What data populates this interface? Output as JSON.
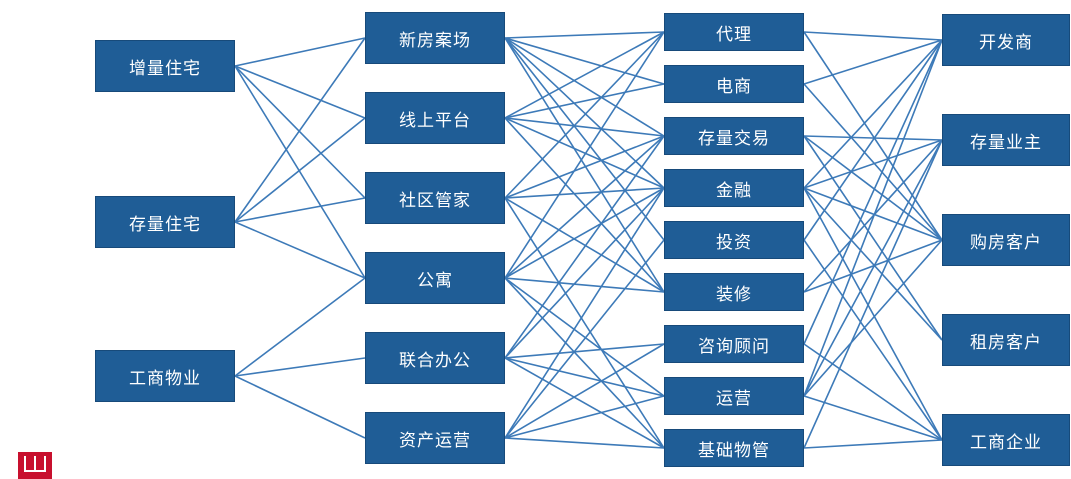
{
  "colors": {
    "node_fill": "#1f5d96",
    "edge": "#3d7ab8",
    "text": "#ffffff",
    "logo": "#c8102e"
  },
  "columns": [
    {
      "id": "property",
      "nodes": [
        {
          "id": "a0",
          "label": "增量住宅"
        },
        {
          "id": "a1",
          "label": "存量住宅"
        },
        {
          "id": "a2",
          "label": "工商物业"
        }
      ]
    },
    {
      "id": "scene",
      "nodes": [
        {
          "id": "b0",
          "label": "新房案场"
        },
        {
          "id": "b1",
          "label": "线上平台"
        },
        {
          "id": "b2",
          "label": "社区管家"
        },
        {
          "id": "b3",
          "label": "公寓"
        },
        {
          "id": "b4",
          "label": "联合办公"
        },
        {
          "id": "b5",
          "label": "资产运营"
        }
      ]
    },
    {
      "id": "service",
      "nodes": [
        {
          "id": "c0",
          "label": "代理"
        },
        {
          "id": "c1",
          "label": "电商"
        },
        {
          "id": "c2",
          "label": "存量交易"
        },
        {
          "id": "c3",
          "label": "金融"
        },
        {
          "id": "c4",
          "label": "投资"
        },
        {
          "id": "c5",
          "label": "装修"
        },
        {
          "id": "c6",
          "label": "咨询顾问"
        },
        {
          "id": "c7",
          "label": "运营"
        },
        {
          "id": "c8",
          "label": "基础物管"
        }
      ]
    },
    {
      "id": "customer",
      "nodes": [
        {
          "id": "d0",
          "label": "开发商"
        },
        {
          "id": "d1",
          "label": "存量业主"
        },
        {
          "id": "d2",
          "label": "购房客户"
        },
        {
          "id": "d3",
          "label": "租房客户"
        },
        {
          "id": "d4",
          "label": "工商企业"
        }
      ]
    }
  ],
  "edges": [
    [
      "a0",
      "b0"
    ],
    [
      "a0",
      "b1"
    ],
    [
      "a0",
      "b2"
    ],
    [
      "a0",
      "b3"
    ],
    [
      "a1",
      "b0"
    ],
    [
      "a1",
      "b1"
    ],
    [
      "a1",
      "b2"
    ],
    [
      "a1",
      "b3"
    ],
    [
      "a2",
      "b3"
    ],
    [
      "a2",
      "b4"
    ],
    [
      "a2",
      "b5"
    ],
    [
      "b0",
      "c0"
    ],
    [
      "b0",
      "c1"
    ],
    [
      "b0",
      "c2"
    ],
    [
      "b0",
      "c3"
    ],
    [
      "b0",
      "c4"
    ],
    [
      "b0",
      "c5"
    ],
    [
      "b1",
      "c0"
    ],
    [
      "b1",
      "c1"
    ],
    [
      "b1",
      "c2"
    ],
    [
      "b1",
      "c3"
    ],
    [
      "b1",
      "c5"
    ],
    [
      "b2",
      "c0"
    ],
    [
      "b2",
      "c2"
    ],
    [
      "b2",
      "c3"
    ],
    [
      "b2",
      "c5"
    ],
    [
      "b2",
      "c8"
    ],
    [
      "b3",
      "c0"
    ],
    [
      "b3",
      "c2"
    ],
    [
      "b3",
      "c3"
    ],
    [
      "b3",
      "c5"
    ],
    [
      "b3",
      "c7"
    ],
    [
      "b3",
      "c8"
    ],
    [
      "b4",
      "c2"
    ],
    [
      "b4",
      "c3"
    ],
    [
      "b4",
      "c6"
    ],
    [
      "b4",
      "c7"
    ],
    [
      "b4",
      "c8"
    ],
    [
      "b5",
      "c3"
    ],
    [
      "b5",
      "c4"
    ],
    [
      "b5",
      "c6"
    ],
    [
      "b5",
      "c7"
    ],
    [
      "b5",
      "c8"
    ],
    [
      "c0",
      "d0"
    ],
    [
      "c0",
      "d2"
    ],
    [
      "c1",
      "d0"
    ],
    [
      "c1",
      "d2"
    ],
    [
      "c2",
      "d1"
    ],
    [
      "c2",
      "d2"
    ],
    [
      "c2",
      "d3"
    ],
    [
      "c3",
      "d0"
    ],
    [
      "c3",
      "d1"
    ],
    [
      "c3",
      "d2"
    ],
    [
      "c3",
      "d3"
    ],
    [
      "c3",
      "d4"
    ],
    [
      "c4",
      "d0"
    ],
    [
      "c4",
      "d4"
    ],
    [
      "c5",
      "d1"
    ],
    [
      "c5",
      "d2"
    ],
    [
      "c6",
      "d0"
    ],
    [
      "c6",
      "d4"
    ],
    [
      "c7",
      "d0"
    ],
    [
      "c7",
      "d1"
    ],
    [
      "c7",
      "d2"
    ],
    [
      "c7",
      "d4"
    ],
    [
      "c8",
      "d1"
    ],
    [
      "c8",
      "d4"
    ]
  ]
}
